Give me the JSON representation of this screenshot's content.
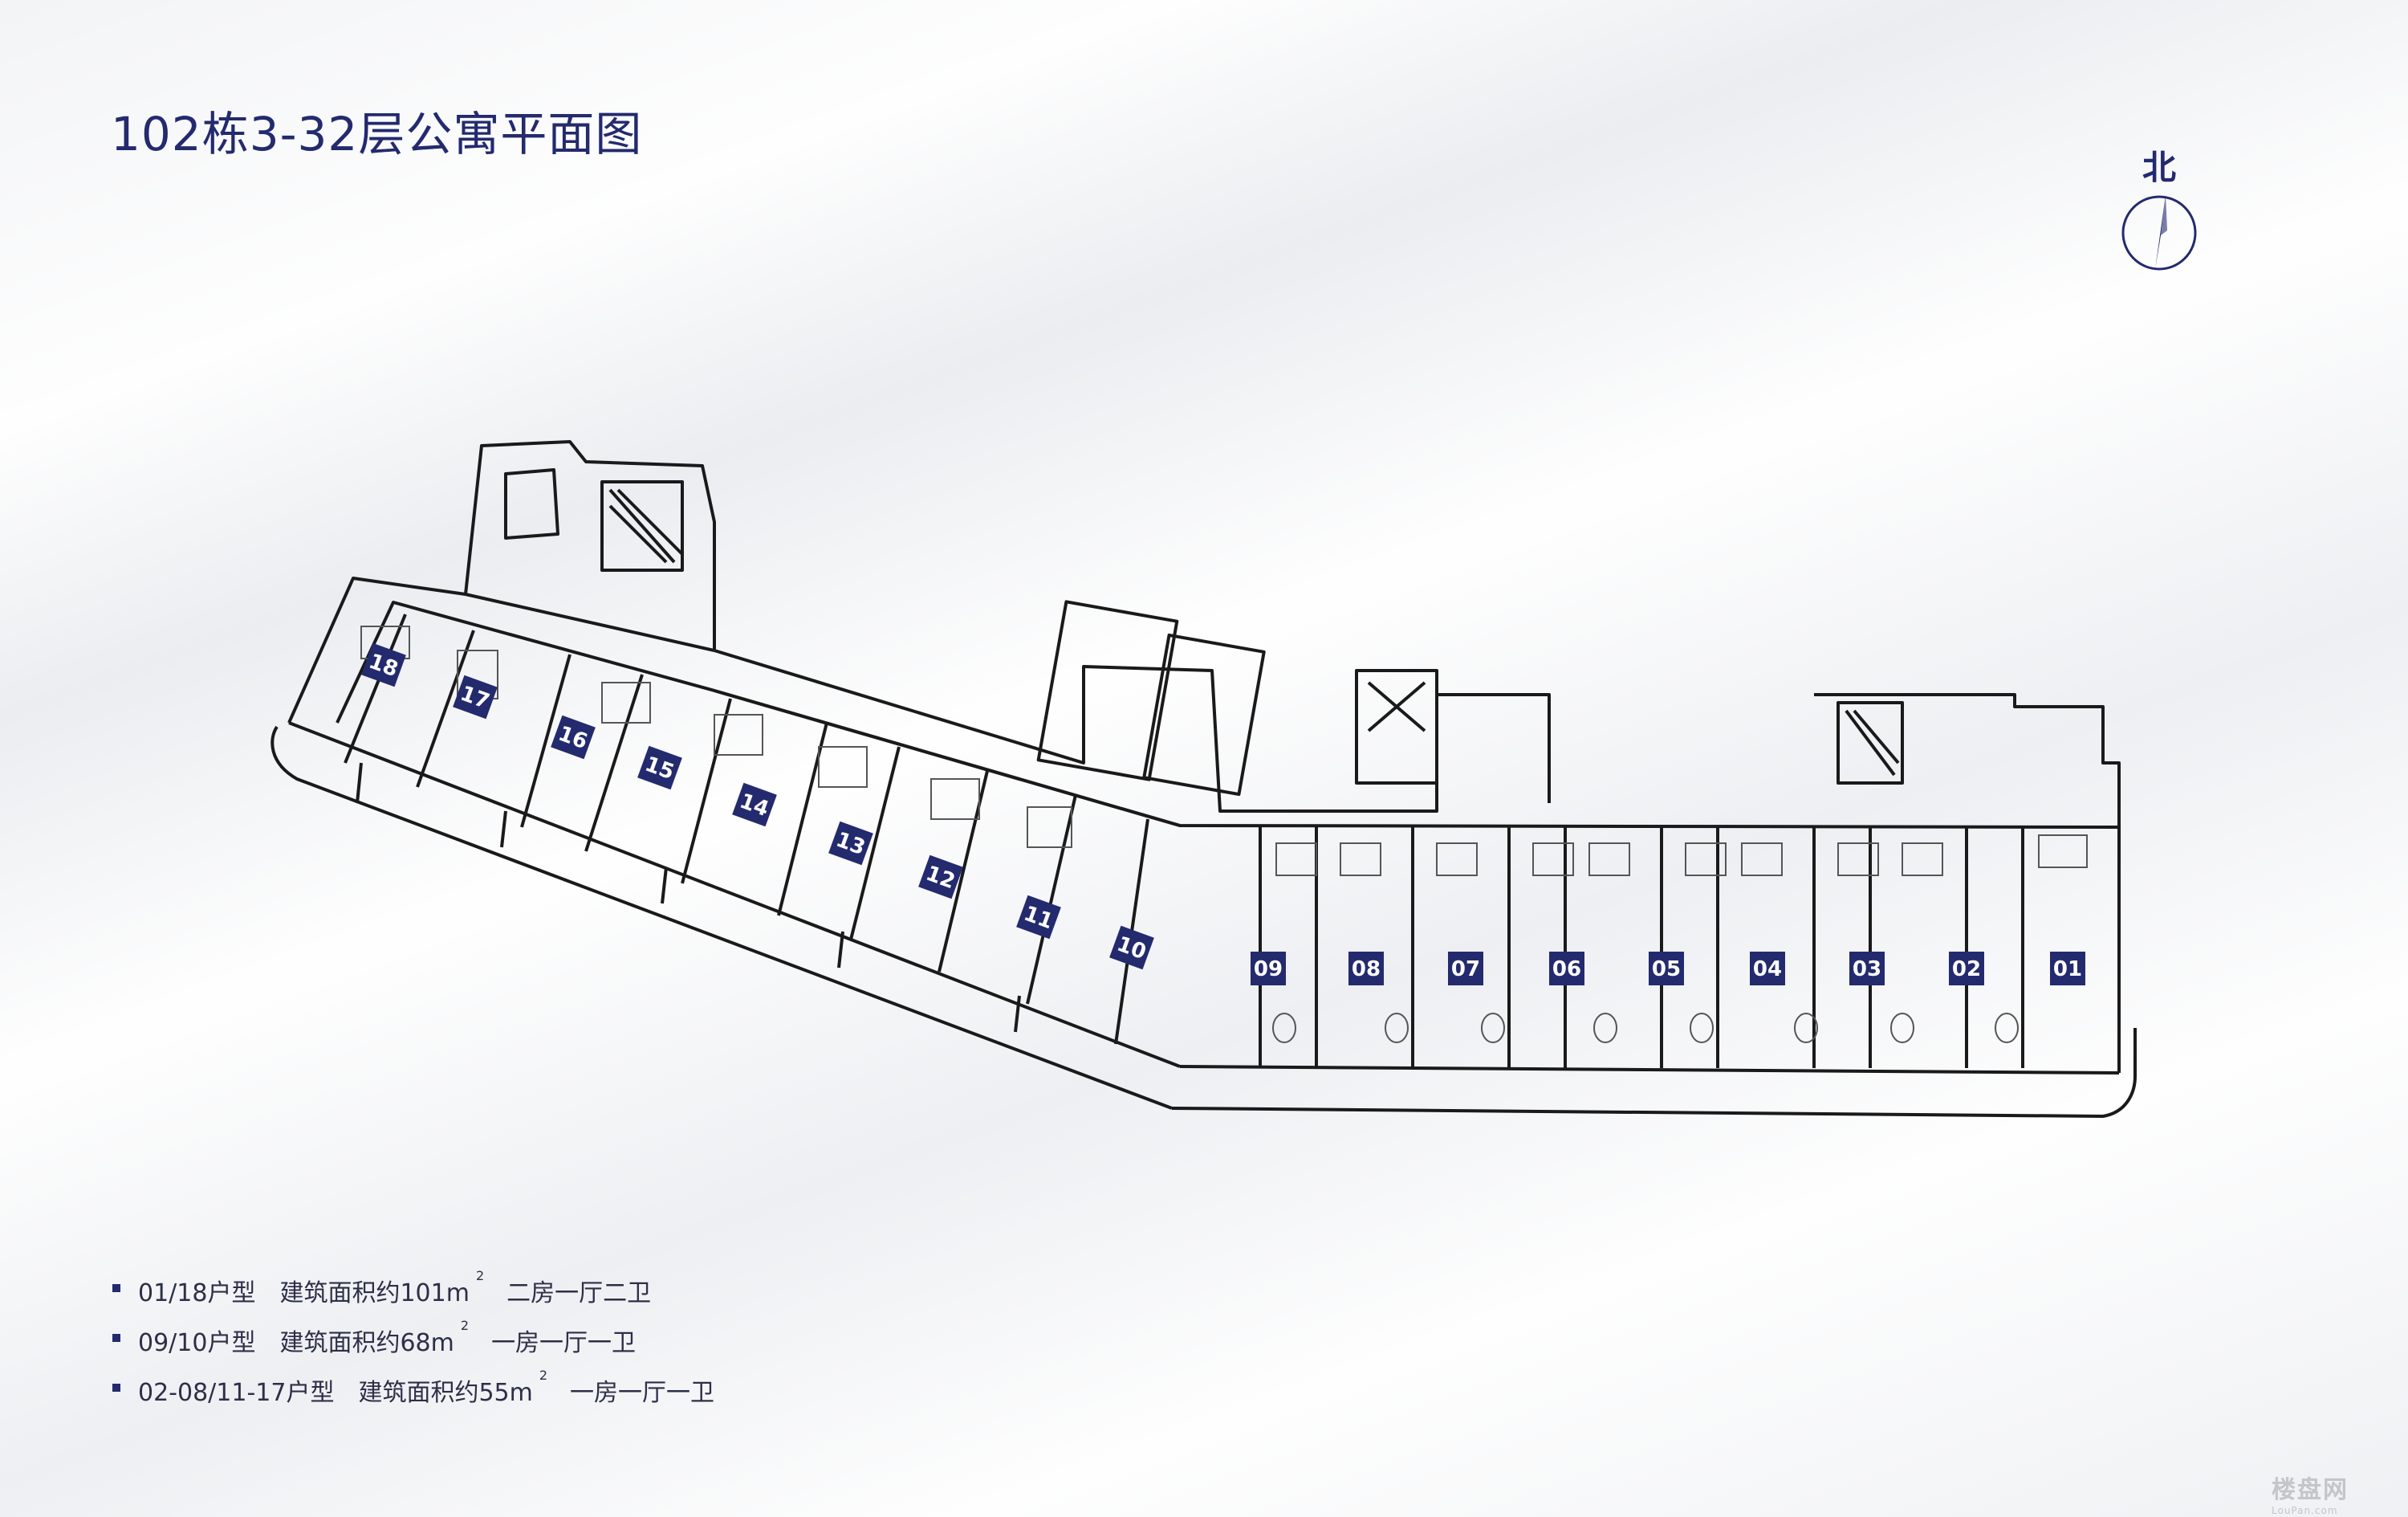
{
  "title": "102栋3-32层公寓平面图",
  "compass": {
    "label": "北",
    "icon": "north-arrow-icon"
  },
  "units": [
    "01",
    "02",
    "03",
    "04",
    "05",
    "06",
    "07",
    "08",
    "09",
    "10",
    "11",
    "12",
    "13",
    "14",
    "15",
    "16",
    "17",
    "18"
  ],
  "legend": [
    {
      "type": "01/18户型",
      "area_text": "建筑面积约101m",
      "sup": "2",
      "layout": "二房一厅二卫"
    },
    {
      "type": "09/10户型",
      "area_text": "建筑面积约68m",
      "sup": "2",
      "layout": "一房一厅一卫"
    },
    {
      "type": "02-08/11-17户型",
      "area_text": "建筑面积约55m",
      "sup": "2",
      "layout": "一房一厅一卫"
    }
  ],
  "watermark": {
    "main": "楼盘网",
    "sub": "LouPan.com"
  },
  "colors": {
    "title": "#232a6e",
    "unit_tag_bg": "#232a6e",
    "wall": "#1a1a1a"
  }
}
